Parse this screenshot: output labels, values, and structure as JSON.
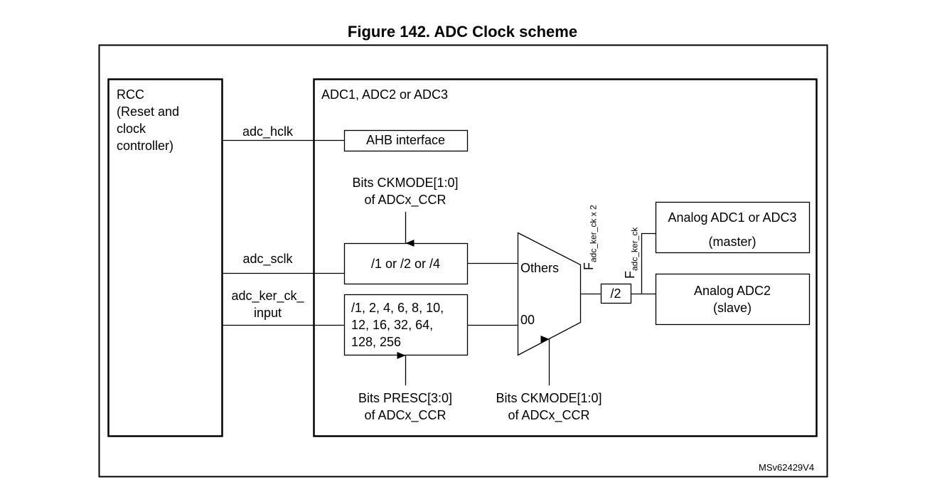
{
  "figure": {
    "title": "Figure 142. ADC Clock scheme",
    "reference_id": "MSv62429V4"
  },
  "blocks": {
    "rcc": {
      "lines": [
        "RCC",
        "(Reset and",
        "clock",
        "controller)"
      ]
    },
    "adc": {
      "label": "ADC1, ADC2 or ADC3"
    },
    "ahb": {
      "label": "AHB interface"
    },
    "div_sclk": {
      "label": "/1 or /2 or /4"
    },
    "presc": {
      "lines": [
        "/1, 2, 4, 6, 8, 10,",
        "12, 16, 32, 64,",
        "128, 256"
      ]
    },
    "mux": {
      "input_others": "Others",
      "input_00": "00"
    },
    "div2": {
      "label": "/2"
    },
    "analog_master": {
      "lines": [
        "Analog ADC1 or ADC3",
        "(master)"
      ]
    },
    "analog_slave": {
      "lines": [
        "Analog ADC2",
        "(slave)"
      ]
    }
  },
  "signals": {
    "hclk": "adc_hclk",
    "sclk": "adc_sclk",
    "ker_ck_input": [
      "adc_ker_ck_",
      "input"
    ],
    "f_ker_x2": {
      "main": "F",
      "sub": "adc_ker_ck x 2"
    },
    "f_ker": {
      "main": "F",
      "sub": "adc_ker_ck"
    }
  },
  "control_labels": {
    "ckmode_top": [
      "Bits CKMODE[1:0]",
      "of ADCx_CCR"
    ],
    "presc": [
      "Bits PRESC[3:0]",
      "of ADCx_CCR"
    ],
    "ckmode_bottom": [
      "Bits CKMODE[1:0]",
      "of ADCx_CCR"
    ]
  }
}
